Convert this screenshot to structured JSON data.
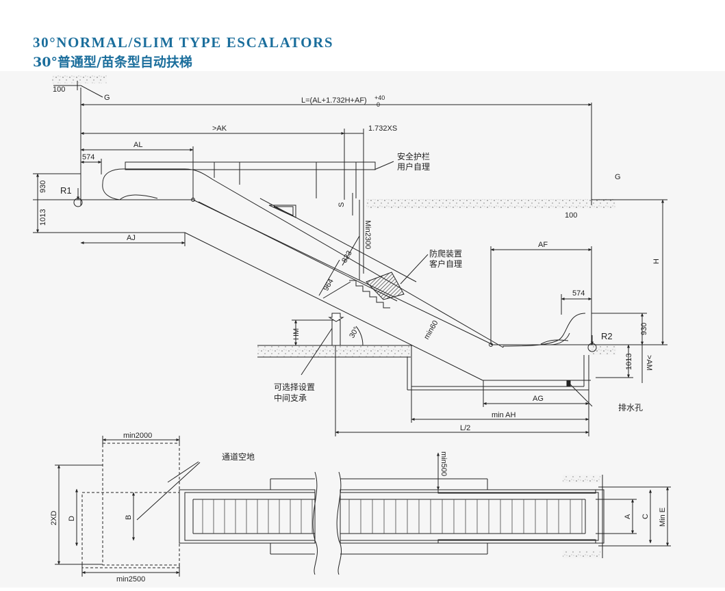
{
  "header": {
    "title_en": "30°NORMAL/SLIM TYPE ESCALATORS",
    "title_cn": "30°普通型/苗条型自动扶梯"
  },
  "elevation": {
    "total_length_formula": "L=(AL+1.732H+AF)",
    "tolerance_upper": "+40",
    "tolerance_lower": "0",
    "dim_100_top": "100",
    "dim_100_right": "100",
    "label_g_top": "G",
    "label_g_right": "G",
    "dim_ak": ">AK",
    "dim_xs": "1.732XS",
    "dim_al": "AL",
    "dim_574_top": "574",
    "dim_574_bottom": "574",
    "dim_930_top": "930",
    "dim_930_bottom": "930",
    "dim_1013_top": "1013",
    "dim_1013_bottom": "1013",
    "label_r1": "R1",
    "label_r2": "R2",
    "dim_aj": "AJ",
    "dim_s": "S",
    "dim_min2300": "Min2300",
    "dim_823": "823",
    "dim_964": "964",
    "dim_min60": "min60",
    "dim_30deg": "30°",
    "dim_hm": "HM",
    "dim_h": "H",
    "dim_af": "AF",
    "dim_am": ">AM",
    "dim_ag": "AG",
    "dim_min_ah": "min AH",
    "dim_l2": "L/2",
    "note_guardrail": [
      "安全护栏",
      "用户自理"
    ],
    "note_antiscale": [
      "防爬装置",
      "客户自理"
    ],
    "note_support": [
      "可选择设置",
      "中间支承"
    ],
    "note_drain": "排水孔"
  },
  "plan": {
    "dim_min2000": "min2000",
    "dim_min2500": "min2500",
    "note_clear_area": "通道空地",
    "dim_min500": "min500",
    "dim_2xd": "2XD",
    "dim_d": "D",
    "dim_b": "B",
    "dim_a": "A",
    "dim_c": "C",
    "dim_min_e": "Min E"
  }
}
